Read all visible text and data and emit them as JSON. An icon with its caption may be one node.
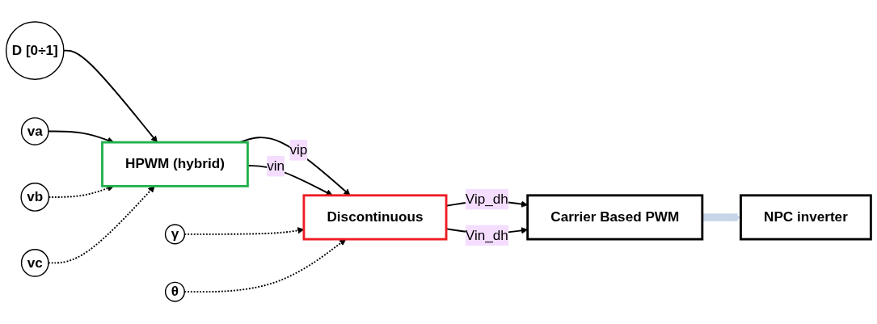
{
  "diagram": {
    "nodes": [
      {
        "text": [
          "D [0÷1]"
        ]
      },
      {
        "text": [
          "va"
        ]
      },
      {
        "text": [
          "vb"
        ]
      },
      {
        "text": [
          "vc"
        ]
      },
      {
        "text": [
          "HPWM (hybrid)"
        ]
      },
      {
        "text": [
          "Discontinuous"
        ]
      },
      {
        "text": [
          "γ"
        ]
      },
      {
        "text": [
          "θ"
        ]
      },
      {
        "text": [
          "Carrier Based PWM"
        ]
      },
      {
        "text": [
          "NPC inverter"
        ]
      }
    ],
    "edges": [
      {
        "from": 0,
        "to": 4,
        "arrow": "to"
      },
      {
        "from": 1,
        "to": 4,
        "arrow": "to"
      },
      {
        "from": 2,
        "to": 4,
        "arrow": "to",
        "style": "dashed"
      },
      {
        "from": 3,
        "to": 4,
        "arrow": "to",
        "style": "dashed"
      },
      {
        "from": 4,
        "to": 5,
        "arrow": "to",
        "label": "vip"
      },
      {
        "from": 4,
        "to": 5,
        "arrow": "to",
        "label": "vin"
      },
      {
        "from": 6,
        "to": 5,
        "arrow": "to",
        "style": "dashed"
      },
      {
        "from": 7,
        "to": 5,
        "arrow": "to",
        "style": "dashed"
      },
      {
        "from": 5,
        "to": 8,
        "arrow": "to",
        "label": "Vip_dh"
      },
      {
        "from": 5,
        "to": 8,
        "arrow": "to",
        "label": "Vin_dh"
      },
      {
        "from": 8,
        "to": 9,
        "arrow": "to",
        "style": "thick",
        "color": "#c6d6e8"
      }
    ]
  }
}
